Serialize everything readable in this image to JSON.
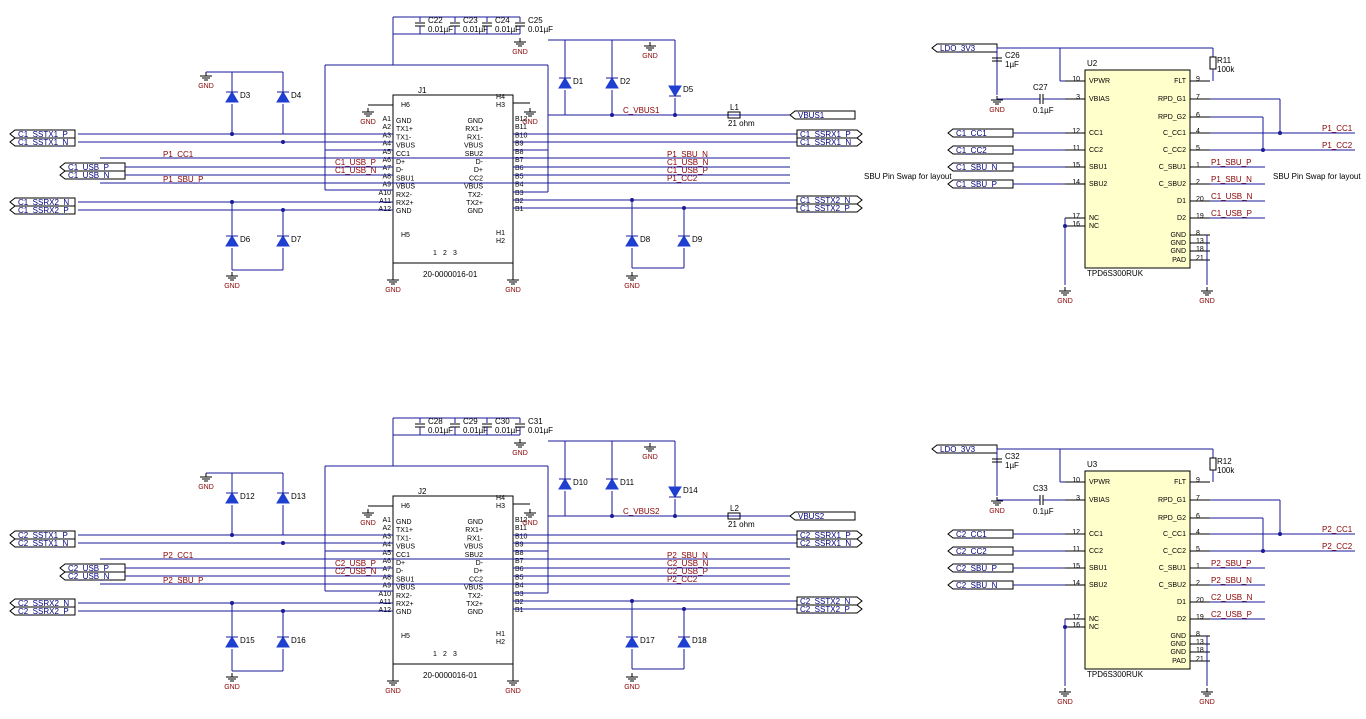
{
  "blocks": [
    {
      "connector": "J1",
      "part": "20-0000016-01",
      "caps": [
        {
          "ref": "C22",
          "val": "0.01µF"
        },
        {
          "ref": "C23",
          "val": "0.01µF"
        },
        {
          "ref": "C24",
          "val": "0.01µF"
        },
        {
          "ref": "C25",
          "val": "0.01µF"
        }
      ],
      "diodes": [
        "D1",
        "D2",
        "D3",
        "D4",
        "D5",
        "D6",
        "D7",
        "D8",
        "D9"
      ],
      "ind_ref": "L1",
      "ind_val": "21 ohm",
      "vbus_net": "C_VBUS1",
      "vbus_port": "VBUS1",
      "left_ports": [
        "C1_SSTX1_P",
        "C1_SSTX1_N",
        "C1_USB_P",
        "C1_USB_N",
        "C1_SSRX2_N",
        "C1_SSRX2_P"
      ],
      "left_nets": [
        "P1_CC1",
        "C1_USB_P",
        "C1_USB_N",
        "P1_SBU_P"
      ],
      "right_ports": [
        "C1_SSRX1_P",
        "C1_SSRX1_N",
        "C1_SSTX2_N",
        "C1_SSTX2_P"
      ],
      "right_nets": [
        "P1_SBU_N",
        "C1_USB_N",
        "C1_USB_P",
        "P1_CC2"
      ],
      "ic": "U2",
      "ic_part": "TPD6S300RUK",
      "res_ref": "R11",
      "res_val": "100k",
      "cap_a_ref": "C26",
      "cap_a_val": "1µF",
      "cap_b_ref": "C27",
      "cap_b_val": "0.1µF",
      "ldo": "LDO_3V3",
      "ic_in_ports": [
        "C1_CC1",
        "C1_CC2",
        "C1_SBU_N",
        "C1_SBU_P"
      ],
      "ic_out_nets": [
        "P1_CC1",
        "P1_CC2",
        "P1_SBU_P",
        "P1_SBU_N",
        "C1_USB_N",
        "C1_USB_P"
      ]
    },
    {
      "connector": "J2",
      "part": "20-0000016-01",
      "caps": [
        {
          "ref": "C28",
          "val": "0.01µF"
        },
        {
          "ref": "C29",
          "val": "0.01µF"
        },
        {
          "ref": "C30",
          "val": "0.01µF"
        },
        {
          "ref": "C31",
          "val": "0.01µF"
        }
      ],
      "diodes": [
        "D10",
        "D11",
        "D12",
        "D13",
        "D14",
        "D15",
        "D16",
        "D17",
        "D18"
      ],
      "ind_ref": "L2",
      "ind_val": "21 ohm",
      "vbus_net": "C_VBUS2",
      "vbus_port": "VBUS2",
      "left_ports": [
        "C2_SSTX1_P",
        "C2_SSTX1_N",
        "C2_USB_P",
        "C2_USB_N",
        "C2_SSRX2_N",
        "C2_SSRX2_P"
      ],
      "left_nets": [
        "P2_CC1",
        "C2_USB_P",
        "C2_USB_N",
        "P2_SBU_P"
      ],
      "right_ports": [
        "C2_SSRX1_P",
        "C2_SSRX1_N",
        "C2_SSTX2_N",
        "C2_SSTX2_P"
      ],
      "right_nets": [
        "P2_SBU_N",
        "C2_USB_N",
        "C2_USB_P",
        "P2_CC2"
      ],
      "ic": "U3",
      "ic_part": "TPD6S300RUK",
      "res_ref": "R12",
      "res_val": "100k",
      "cap_a_ref": "C32",
      "cap_a_val": "1µF",
      "cap_b_ref": "C33",
      "cap_b_val": "0.1µF",
      "ldo": "LDO_3V3",
      "ic_in_ports": [
        "C2_CC1",
        "C2_CC2",
        "C2_SBU_P",
        "C2_SBU_N"
      ],
      "ic_out_nets": [
        "P2_CC1",
        "P2_CC2",
        "P2_SBU_P",
        "P2_SBU_N",
        "C2_USB_N",
        "C2_USB_P"
      ]
    }
  ],
  "gnd_label": "GND",
  "conn_left_pins": [
    {
      "num": "A1",
      "name": "GND"
    },
    {
      "num": "A2",
      "name": "TX1+"
    },
    {
      "num": "A3",
      "name": "TX1-"
    },
    {
      "num": "A4",
      "name": "VBUS"
    },
    {
      "num": "A5",
      "name": "CC1"
    },
    {
      "num": "A6",
      "name": "D+"
    },
    {
      "num": "A7",
      "name": "D-"
    },
    {
      "num": "A8",
      "name": "SBU1"
    },
    {
      "num": "A9",
      "name": "VBUS"
    },
    {
      "num": "A10",
      "name": "RX2-"
    },
    {
      "num": "A11",
      "name": "RX2+"
    },
    {
      "num": "A12",
      "name": "GND"
    }
  ],
  "conn_right_pins": [
    {
      "num": "B12",
      "name": "GND"
    },
    {
      "num": "B11",
      "name": "RX1+"
    },
    {
      "num": "B10",
      "name": "RX1-"
    },
    {
      "num": "B9",
      "name": "VBUS"
    },
    {
      "num": "B8",
      "name": "SBU2"
    },
    {
      "num": "B7",
      "name": "D-"
    },
    {
      "num": "B6",
      "name": "D+"
    },
    {
      "num": "B5",
      "name": "CC2"
    },
    {
      "num": "B4",
      "name": "VBUS"
    },
    {
      "num": "B3",
      "name": "TX2-"
    },
    {
      "num": "B2",
      "name": "TX2+"
    },
    {
      "num": "B1",
      "name": "GND"
    }
  ],
  "conn_shield_pins": {
    "h6": "H6",
    "h4": "H4",
    "h3": "H3",
    "h5": "H5",
    "h1": "H1",
    "h2": "H2",
    "p1": "1",
    "p2": "2",
    "p3": "3"
  },
  "ic_left_pins": [
    {
      "num": "10",
      "name": "VPWR"
    },
    {
      "num": "3",
      "name": "VBIAS"
    },
    {
      "num": "12",
      "name": "CC1"
    },
    {
      "num": "11",
      "name": "CC2"
    },
    {
      "num": "15",
      "name": "SBU1"
    },
    {
      "num": "14",
      "name": "SBU2"
    },
    {
      "num": "17",
      "name": "NC"
    },
    {
      "num": "16",
      "name": "NC"
    }
  ],
  "ic_right_pins": [
    {
      "num": "9",
      "name": "FLT"
    },
    {
      "num": "7",
      "name": "RPD_G1"
    },
    {
      "num": "6",
      "name": "RPD_G2"
    },
    {
      "num": "4",
      "name": "C_CC1"
    },
    {
      "num": "5",
      "name": "C_CC2"
    },
    {
      "num": "1",
      "name": "C_SBU1"
    },
    {
      "num": "2",
      "name": "C_SBU2"
    },
    {
      "num": "20",
      "name": "D1"
    },
    {
      "num": "19",
      "name": "D2"
    },
    {
      "num": "8",
      "name": "GND"
    },
    {
      "num": "13",
      "name": "GND"
    },
    {
      "num": "18",
      "name": "GND"
    },
    {
      "num": "21",
      "name": "PAD"
    }
  ],
  "notes": {
    "swap_left": "SBU Pin Swap for layout",
    "swap_right": "SBU Pin Swap for layout"
  }
}
